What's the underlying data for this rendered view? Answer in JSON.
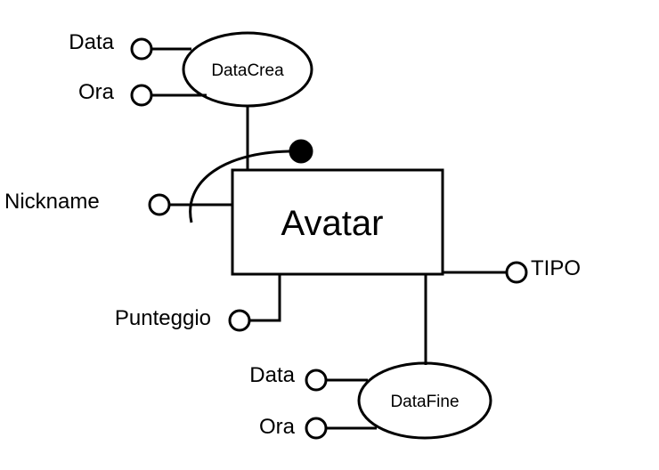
{
  "entity": {
    "name": "Avatar"
  },
  "composite_attributes": {
    "data_crea": {
      "name": "DataCrea",
      "sub": [
        "Data",
        "Ora"
      ]
    },
    "data_fine": {
      "name": "DataFine",
      "sub": [
        "Data",
        "Ora"
      ]
    }
  },
  "attributes": {
    "nickname": "Nickname",
    "punteggio": "Punteggio",
    "tipo": "TIPO"
  }
}
